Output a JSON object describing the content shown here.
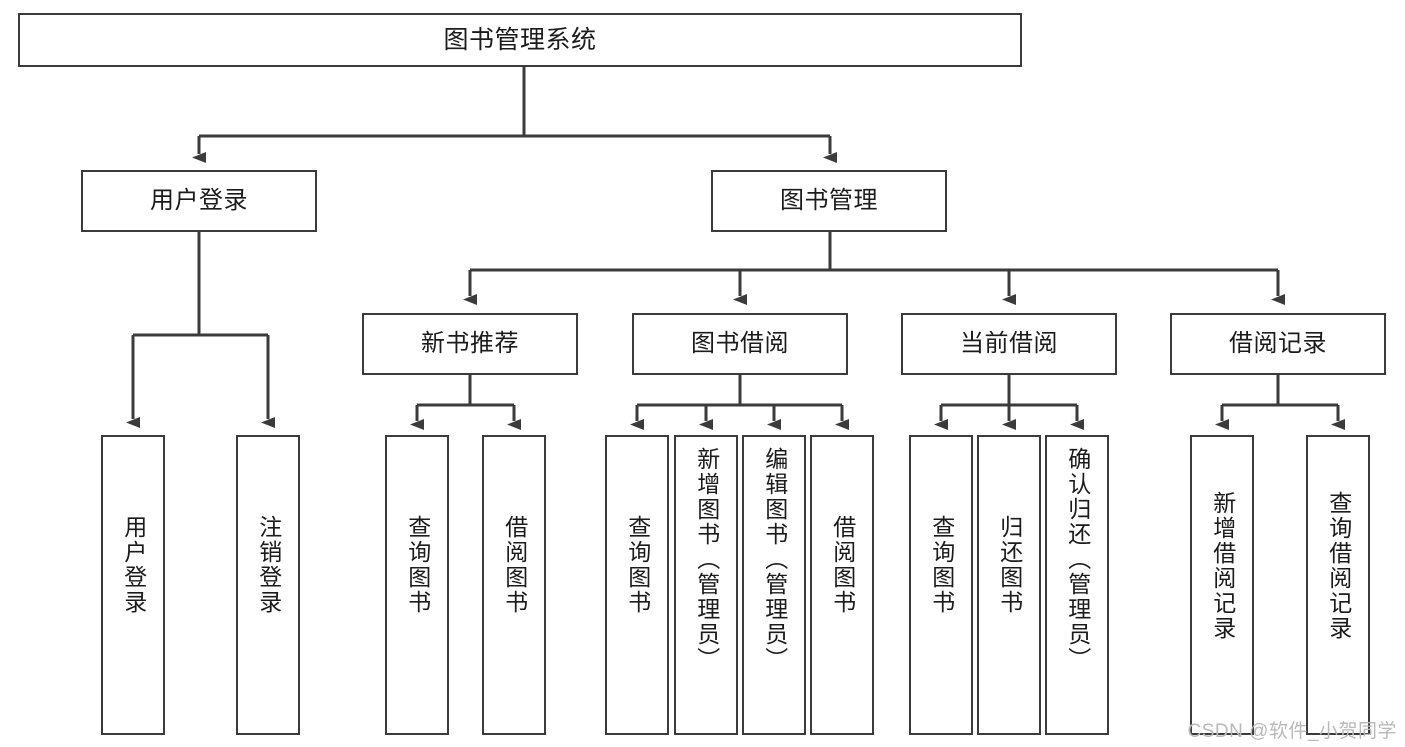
{
  "diagram": {
    "title": "图书管理系统",
    "type": "tree-hierarchy-diagram",
    "stroke_color": "#3b3b3b",
    "text_color": "#1b1b1b",
    "background_color": "#ffffff",
    "nodes": {
      "root": {
        "label": "图书管理系统"
      },
      "level2": [
        {
          "label": "用户登录"
        },
        {
          "label": "图书管理"
        }
      ],
      "level3": [
        {
          "label": "新书推荐"
        },
        {
          "label": "图书借阅"
        },
        {
          "label": "当前借阅"
        },
        {
          "label": "借阅记录"
        }
      ],
      "leaves": {
        "user_login": [
          {
            "label": "用户登录"
          },
          {
            "label": "注销登录"
          }
        ],
        "new_book_recommend": [
          {
            "label": "查询图书"
          },
          {
            "label": "借阅图书"
          }
        ],
        "book_borrow": [
          {
            "label": "查询图书"
          },
          {
            "label": "新增图书（管理员）"
          },
          {
            "label": "编辑图书（管理员）"
          },
          {
            "label": "借阅图书"
          }
        ],
        "current_borrow": [
          {
            "label": "查询图书"
          },
          {
            "label": "归还图书"
          },
          {
            "label": "确认归还（管理员）"
          }
        ],
        "borrow_record": [
          {
            "label": "新增借阅记录"
          },
          {
            "label": "查询借阅记录"
          }
        ]
      }
    }
  },
  "watermark": {
    "text": "CSDN @软件_小贺同学"
  }
}
